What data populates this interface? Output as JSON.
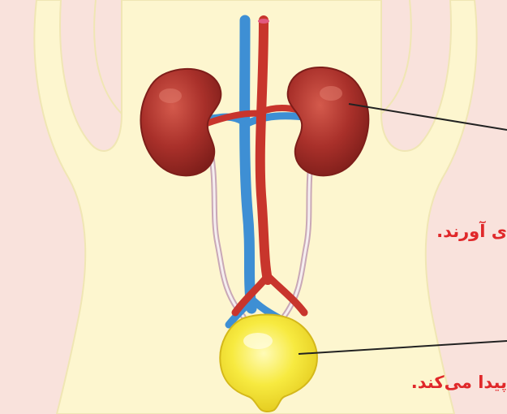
{
  "figure": {
    "subject": "Human urinary system illustration",
    "colors": {
      "background": "#f9e2dc",
      "body": "#fdf6cf",
      "body_outline": "#f0e6b4",
      "kidney": "#a9302a",
      "kidney_dark": "#7e1e1a",
      "kidney_highlight": "#d45a4c",
      "artery": "#c8352c",
      "vein": "#3e8fd4",
      "ureter": "#c9a8b6",
      "bladder": "#f3df2b",
      "bladder_light": "#fff58a",
      "pointer_line": "#222222",
      "caption_color": "#e0282a"
    },
    "captions": {
      "kidney_caption": "ی آورند.",
      "bladder_caption": "پیدا می‌کند."
    }
  }
}
